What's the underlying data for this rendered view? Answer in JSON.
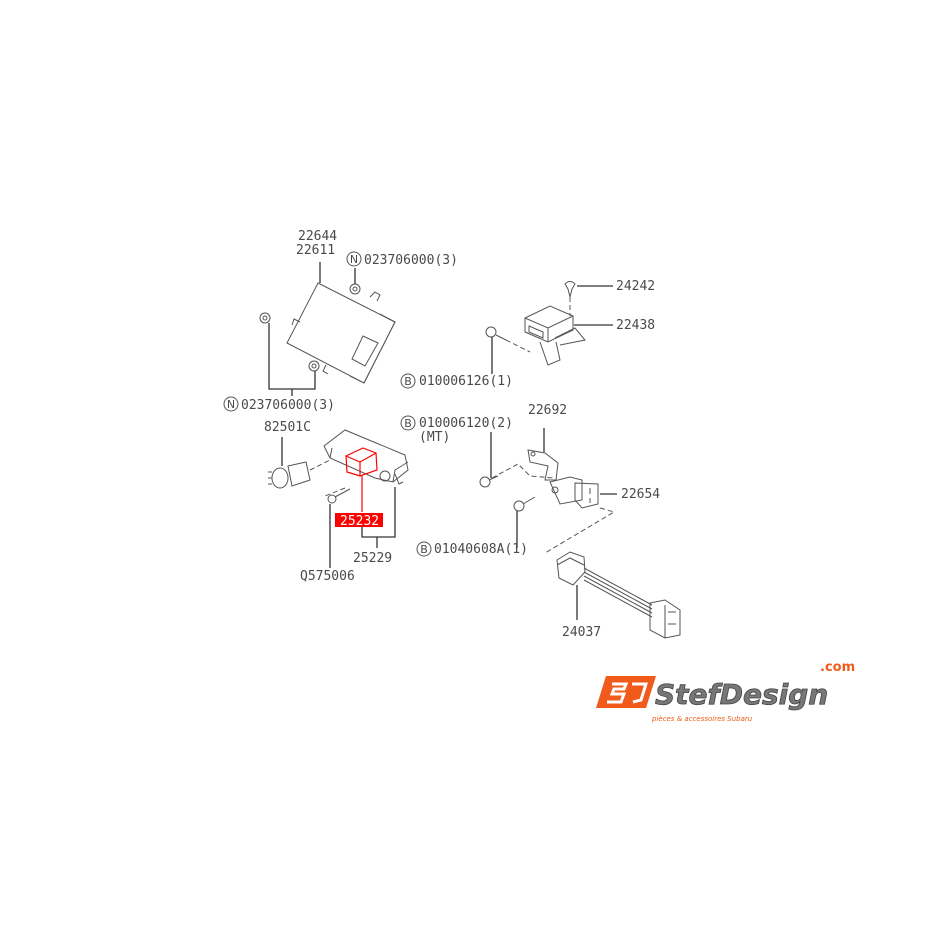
{
  "diagram": {
    "labels": {
      "p22644": "22644",
      "p22611": "22611",
      "nut_top": "023706000(3)",
      "nut_bottom": "023706000(3)",
      "nut_symbol": "N",
      "bolt_symbol": "B",
      "p24242": "24242",
      "p22438": "22438",
      "bolt_010006126": "010006126(1)",
      "bolt_010006120": "010006120(2)",
      "mt_note": "(MT)",
      "p22692": "22692",
      "p82501C": "82501C",
      "p22654": "22654",
      "p25232": "25232",
      "p25229": "25229",
      "bolt_01040608A": "01040608A(1)",
      "pQ575006": "Q575006",
      "p24037": "24037"
    },
    "highlight_color": "#ff0000"
  },
  "logo": {
    "mark": "SJ",
    "name": "StefDesign",
    "domain": ".com",
    "tagline": "pièces & accessoires Subaru",
    "accent": "#f05a1a"
  }
}
